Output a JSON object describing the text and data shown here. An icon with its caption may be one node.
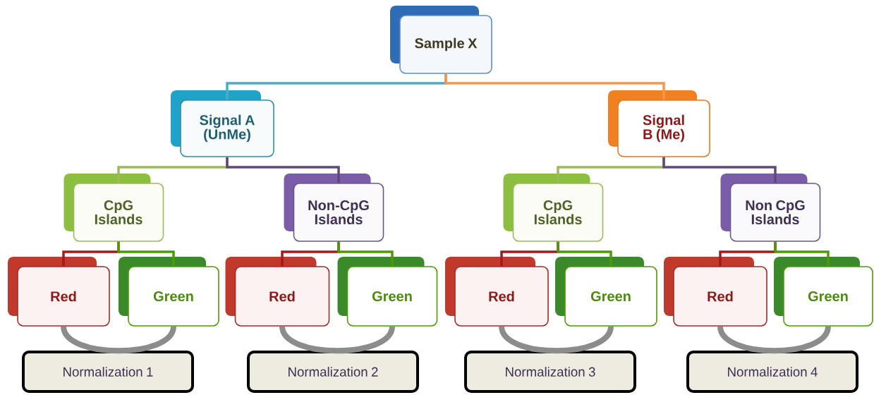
{
  "diagram": {
    "nodes": [
      {
        "text": [
          "Sample X"
        ]
      },
      {
        "text": [
          "Signal A (UnMe)"
        ]
      },
      {
        "text": [
          "Signal B (Me)"
        ]
      },
      {
        "text": [
          "CpG Islands"
        ]
      },
      {
        "text": [
          "Non-CpG Islands"
        ]
      },
      {
        "text": [
          "CpG Islands"
        ]
      },
      {
        "text": [
          "Non CpG Islands"
        ]
      },
      {
        "text": [
          "Red"
        ]
      },
      {
        "text": [
          "Green"
        ]
      },
      {
        "text": [
          "Red"
        ]
      },
      {
        "text": [
          "Green"
        ]
      },
      {
        "text": [
          "Red"
        ]
      },
      {
        "text": [
          "Green"
        ]
      },
      {
        "text": [
          "Red"
        ]
      },
      {
        "text": [
          "Green"
        ]
      },
      {
        "text": [
          "Normalization 1"
        ]
      },
      {
        "text": [
          "Normalization 2"
        ]
      },
      {
        "text": [
          "Normalization 3"
        ]
      },
      {
        "text": [
          "Normalization 4"
        ]
      }
    ],
    "edges": [
      {
        "from": 0,
        "to": 1,
        "arrow": "none",
        "color": "#4bacc6"
      },
      {
        "from": 0,
        "to": 2,
        "arrow": "none",
        "color": "#f79646"
      },
      {
        "from": 1,
        "to": 3,
        "arrow": "none",
        "color": "#9bbb59"
      },
      {
        "from": 1,
        "to": 4,
        "arrow": "none",
        "color": "#5f497a"
      },
      {
        "from": 2,
        "to": 5,
        "arrow": "none",
        "color": "#9bbb59"
      },
      {
        "from": 2,
        "to": 6,
        "arrow": "none",
        "color": "#5f497a"
      },
      {
        "from": 3,
        "to": 7,
        "arrow": "none",
        "color": "#a01c1c"
      },
      {
        "from": 3,
        "to": 8,
        "arrow": "none",
        "color": "#4e9a06"
      },
      {
        "from": 4,
        "to": 9,
        "arrow": "none",
        "color": "#a01c1c"
      },
      {
        "from": 4,
        "to": 10,
        "arrow": "none",
        "color": "#4e9a06"
      },
      {
        "from": 5,
        "to": 11,
        "arrow": "none",
        "color": "#a01c1c"
      },
      {
        "from": 5,
        "to": 12,
        "arrow": "none",
        "color": "#4e9a06"
      },
      {
        "from": 6,
        "to": 13,
        "arrow": "none",
        "color": "#a01c1c"
      },
      {
        "from": 6,
        "to": 14,
        "arrow": "none",
        "color": "#4e9a06"
      },
      {
        "from": 7,
        "to": 8,
        "arrow": "none",
        "style": "thick",
        "color": "#8c8c8c"
      },
      {
        "from": 9,
        "to": 10,
        "arrow": "none",
        "style": "thick",
        "color": "#8c8c8c"
      },
      {
        "from": 11,
        "to": 12,
        "arrow": "none",
        "style": "thick",
        "color": "#8c8c8c"
      },
      {
        "from": 13,
        "to": 14,
        "arrow": "none",
        "style": "thick",
        "color": "#8c8c8c"
      }
    ]
  }
}
